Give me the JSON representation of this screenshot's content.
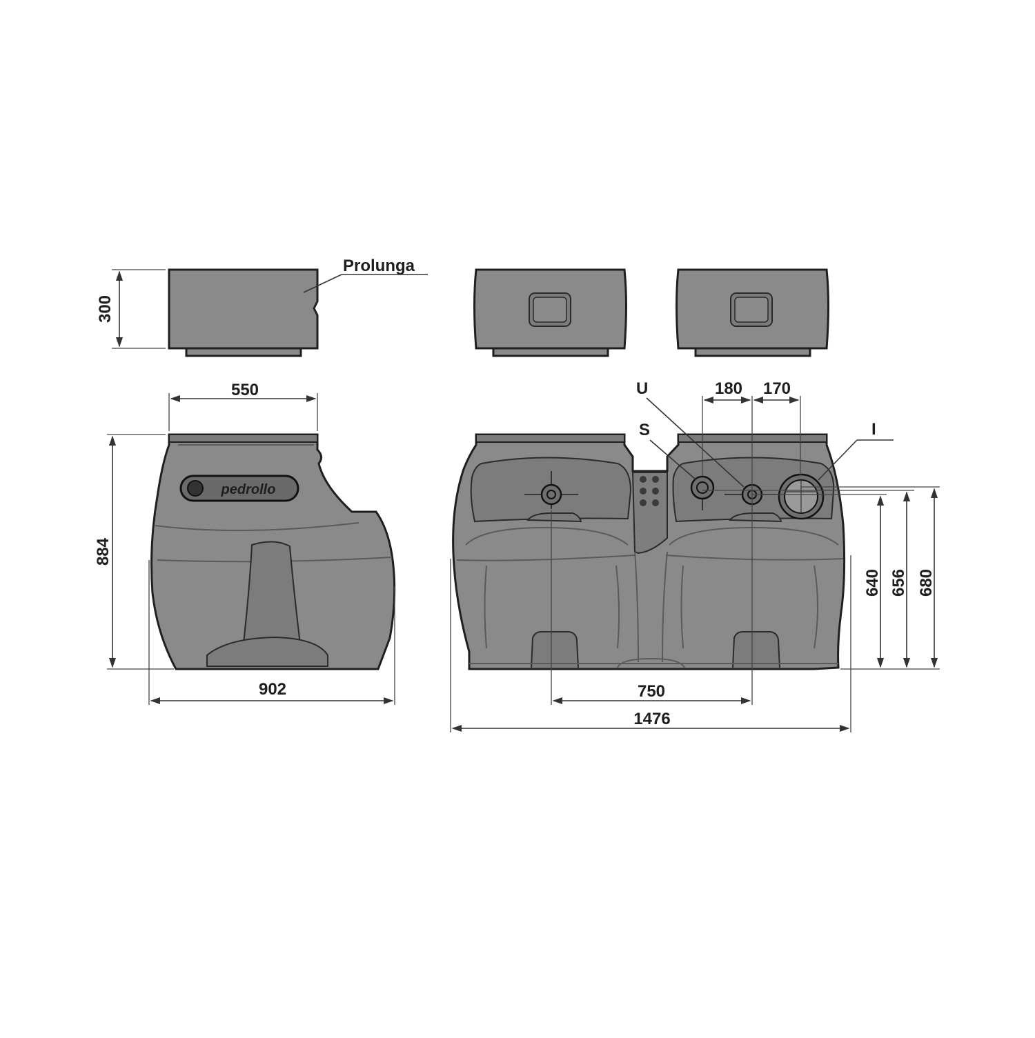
{
  "labels": {
    "extension": "Prolunga",
    "brand": "pedrollo",
    "port_u": "U",
    "port_s": "S",
    "port_i": "I"
  },
  "dimensions": {
    "extension_height": "300",
    "side_top_width": "550",
    "side_height": "884",
    "side_width": "902",
    "front_spacing_180": "180",
    "front_spacing_170": "170",
    "port_distance": "750",
    "total_width": "1476",
    "height_640": "640",
    "height_656": "656",
    "height_680": "680"
  },
  "colors": {
    "tank_body": "#8a8a8a",
    "outline": "#1f1f1f",
    "background": "#ffffff"
  }
}
